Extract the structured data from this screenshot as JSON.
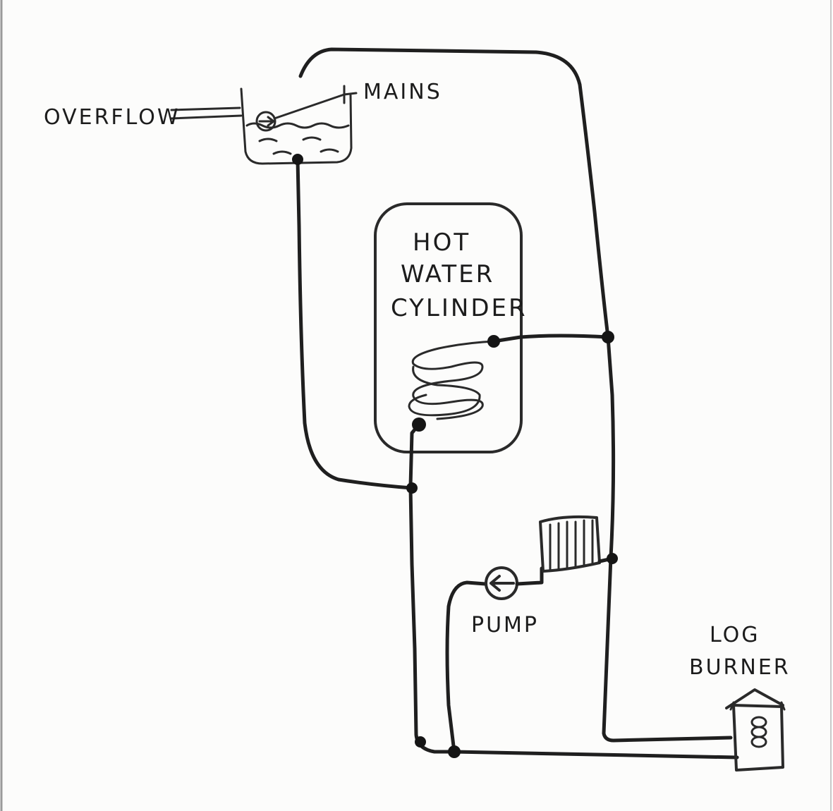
{
  "labels": {
    "overflow": "OVERFLOW",
    "mains": "MAINS",
    "cylinder_line1": "HOT",
    "cylinder_line2": "WATER",
    "cylinder_line3": "CYLINDER",
    "pump": "PUMP",
    "burner_line1": "LOG",
    "burner_line2": "BURNER"
  },
  "icons": {
    "tank": "header-tank-icon",
    "float_valve": "float-valve-icon",
    "coil": "heating-coil-icon",
    "radiator": "radiator-icon",
    "pump": "pump-icon",
    "burner": "log-burner-icon"
  },
  "colors": {
    "ink": "#1f1f1f",
    "paper": "#fcfcfb"
  }
}
